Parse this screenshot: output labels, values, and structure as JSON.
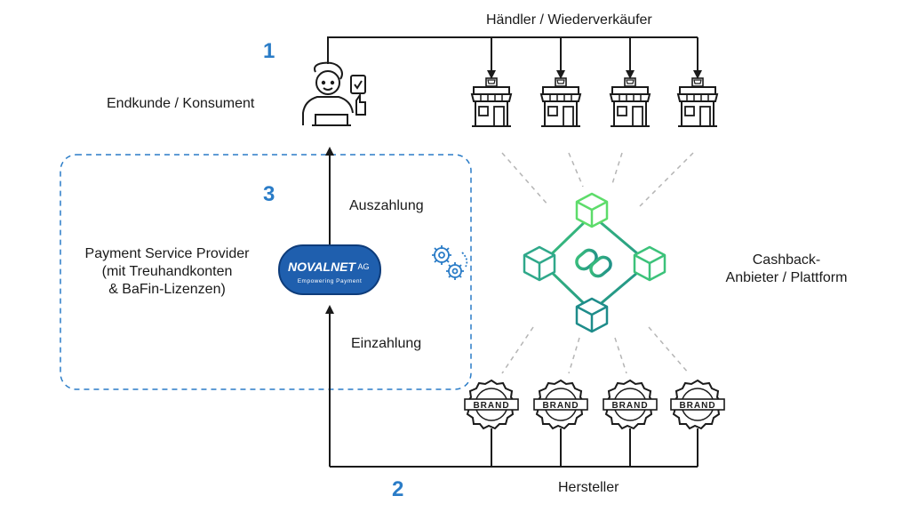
{
  "diagram": {
    "steps": {
      "one": "1",
      "two": "2",
      "three": "3"
    },
    "labels": {
      "haendler": "Händler / Wiederverkäufer",
      "endkunde": "Endkunde / Konsument",
      "psp_line1": "Payment Service Provider",
      "psp_line2": "(mit Treuhandkonten",
      "psp_line3": "& BaFin-Lizenzen)",
      "auszahlung": "Auszahlung",
      "einzahlung": "Einzahlung",
      "cashback_line1": "Cashback-",
      "cashback_line2": "Anbieter / Plattform",
      "hersteller": "Hersteller"
    },
    "logo": {
      "name": "NOVALNET",
      "suffix": "AG",
      "tagline": "Empowering Payment"
    },
    "brand_badge_text": "BRAND",
    "colors": {
      "accent_blue": "#2a7cc7",
      "logo_blue": "#1f5fae",
      "cube_green": "#5ddc6a",
      "cube_teal": "#1e8c8a",
      "line": "#1a1a1a",
      "dashed_gray": "#b5b5b5"
    }
  }
}
